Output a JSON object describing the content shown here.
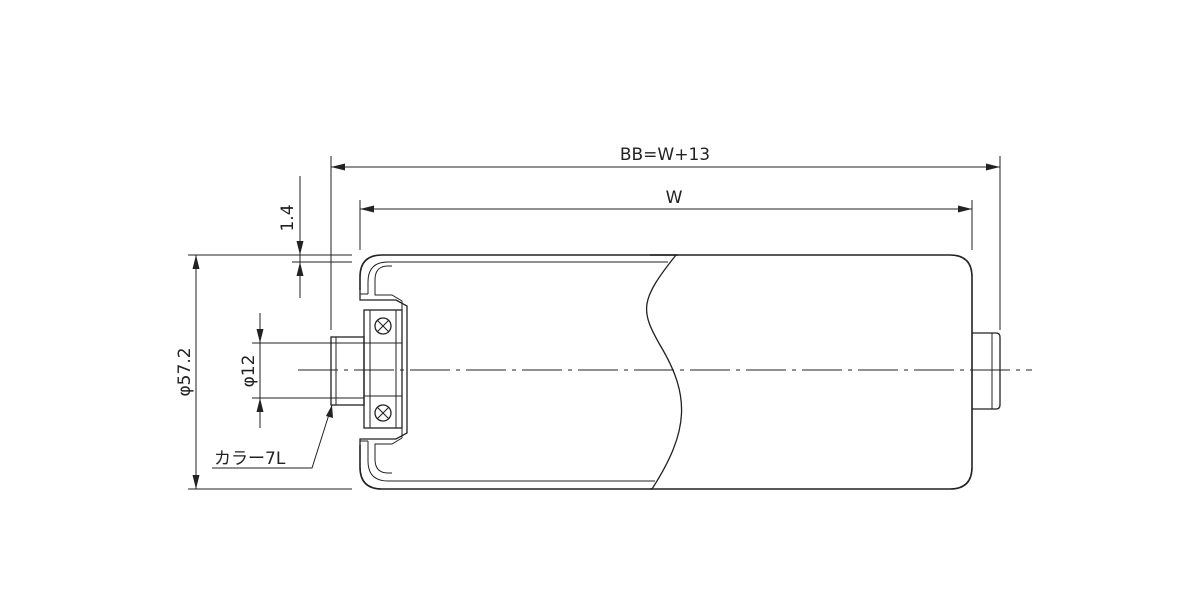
{
  "dimensions": {
    "overall_length": "BB=W+13",
    "width": "W",
    "shell_thickness": "1.4",
    "tube_diameter": "φ57.2",
    "shaft_diameter": "φ12",
    "collar": "カラー7L"
  }
}
